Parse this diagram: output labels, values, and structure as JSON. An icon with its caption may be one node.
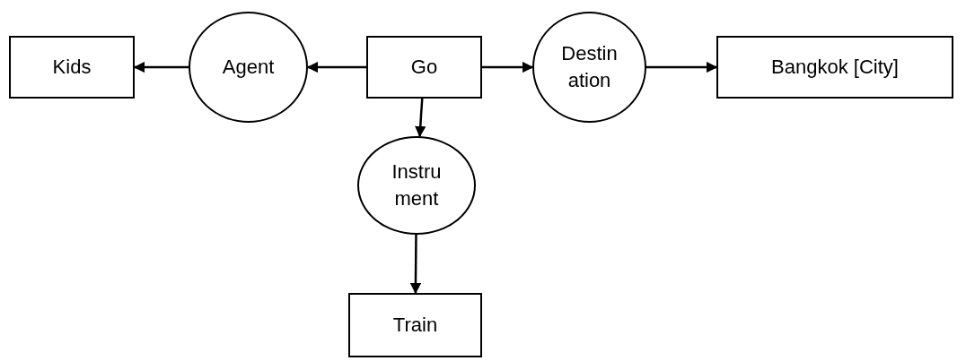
{
  "diagram": {
    "nodes": [
      {
        "text": [
          "Go"
        ]
      },
      {
        "text": [
          "Agent"
        ]
      },
      {
        "text": [
          "Kids"
        ]
      },
      {
        "text": [
          "Destin ation"
        ]
      },
      {
        "text": [
          "Bangkok [City]"
        ]
      },
      {
        "text": [
          "Instru ment"
        ]
      },
      {
        "text": [
          "Train"
        ]
      }
    ],
    "edges": [
      {
        "from": 0,
        "to": 1,
        "arrow": "to"
      },
      {
        "from": 1,
        "to": 2,
        "arrow": "to"
      },
      {
        "from": 0,
        "to": 3,
        "arrow": "to"
      },
      {
        "from": 3,
        "to": 4,
        "arrow": "to"
      },
      {
        "from": 0,
        "to": 5,
        "arrow": "to"
      },
      {
        "from": 5,
        "to": 6,
        "arrow": "to"
      }
    ]
  }
}
